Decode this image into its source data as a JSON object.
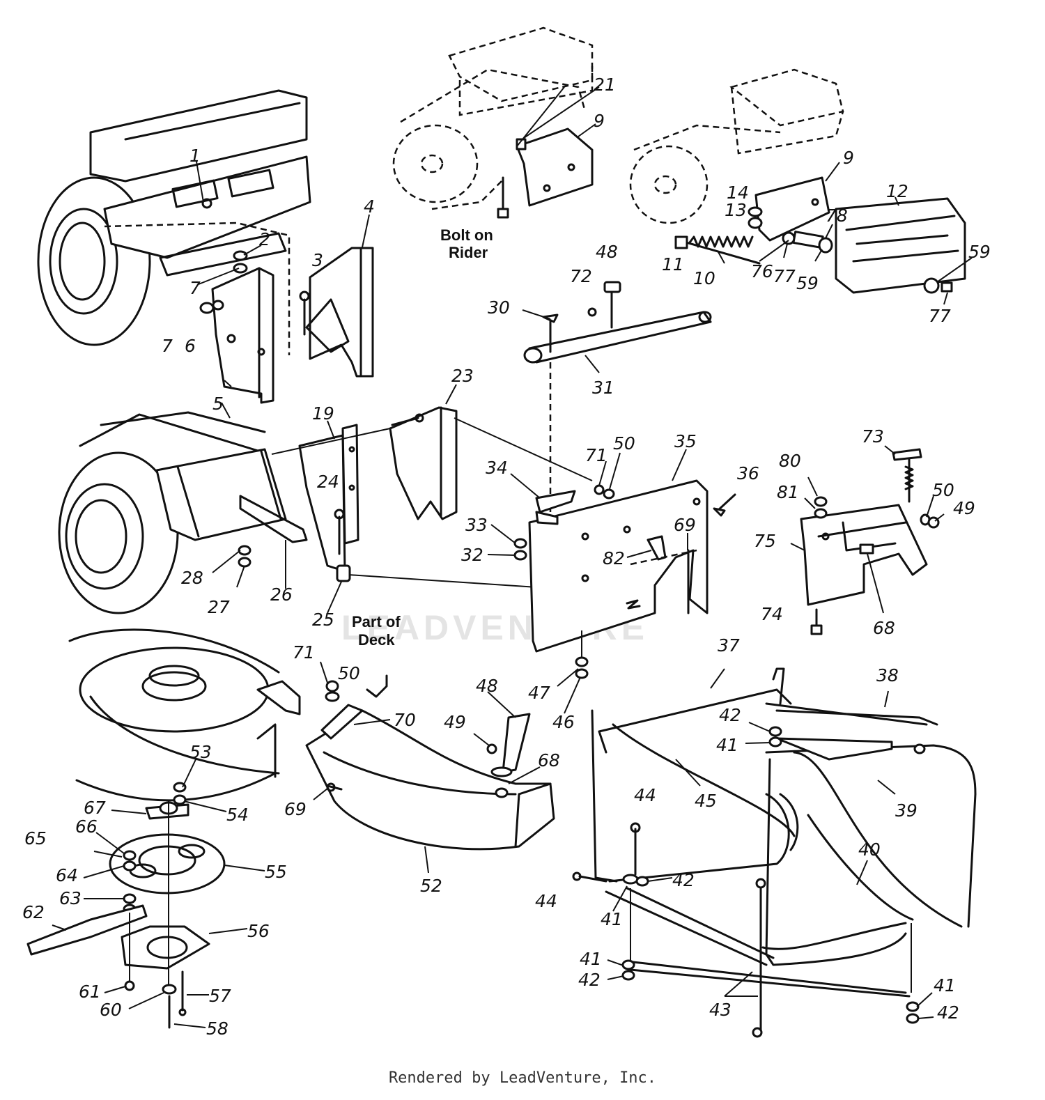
{
  "watermark": "LEADVENTURE",
  "notes": {
    "bolt_on_line1": "Bolt on",
    "bolt_on_line2": "Rider",
    "part_of_line1": "Part of",
    "part_of_line2": "Deck"
  },
  "footer": "Rendered by LeadVenture, Inc.",
  "callouts": [
    {
      "label": "1"
    },
    {
      "label": "2"
    },
    {
      "label": "3"
    },
    {
      "label": "4"
    },
    {
      "label": "5"
    },
    {
      "label": "6"
    },
    {
      "label": "7"
    },
    {
      "label": "7"
    },
    {
      "label": "9"
    },
    {
      "label": "9"
    },
    {
      "label": "10"
    },
    {
      "label": "11"
    },
    {
      "label": "12"
    },
    {
      "label": "13"
    },
    {
      "label": "14"
    },
    {
      "label": "19"
    },
    {
      "label": "21"
    },
    {
      "label": "23"
    },
    {
      "label": "24"
    },
    {
      "label": "25"
    },
    {
      "label": "26"
    },
    {
      "label": "27"
    },
    {
      "label": "28"
    },
    {
      "label": "30"
    },
    {
      "label": "31"
    },
    {
      "label": "32"
    },
    {
      "label": "33"
    },
    {
      "label": "34"
    },
    {
      "label": "35"
    },
    {
      "label": "36"
    },
    {
      "label": "37"
    },
    {
      "label": "38"
    },
    {
      "label": "39"
    },
    {
      "label": "40"
    },
    {
      "label": "41"
    },
    {
      "label": "41"
    },
    {
      "label": "41"
    },
    {
      "label": "41"
    },
    {
      "label": "41"
    },
    {
      "label": "42"
    },
    {
      "label": "42"
    },
    {
      "label": "42"
    },
    {
      "label": "42"
    },
    {
      "label": "43"
    },
    {
      "label": "44"
    },
    {
      "label": "44"
    },
    {
      "label": "45"
    },
    {
      "label": "46"
    },
    {
      "label": "47"
    },
    {
      "label": "48"
    },
    {
      "label": "48"
    },
    {
      "label": "49"
    },
    {
      "label": "49"
    },
    {
      "label": "50"
    },
    {
      "label": "50"
    },
    {
      "label": "50"
    },
    {
      "label": "52"
    },
    {
      "label": "53"
    },
    {
      "label": "54"
    },
    {
      "label": "55"
    },
    {
      "label": "56"
    },
    {
      "label": "57"
    },
    {
      "label": "58"
    },
    {
      "label": "59"
    },
    {
      "label": "59"
    },
    {
      "label": "60"
    },
    {
      "label": "61"
    },
    {
      "label": "62"
    },
    {
      "label": "63"
    },
    {
      "label": "64"
    },
    {
      "label": "65"
    },
    {
      "label": "66"
    },
    {
      "label": "67"
    },
    {
      "label": "68"
    },
    {
      "label": "68"
    },
    {
      "label": "69"
    },
    {
      "label": "69"
    },
    {
      "label": "70"
    },
    {
      "label": "71"
    },
    {
      "label": "71"
    },
    {
      "label": "72"
    },
    {
      "label": "73"
    },
    {
      "label": "74"
    },
    {
      "label": "75"
    },
    {
      "label": "76"
    },
    {
      "label": "77"
    },
    {
      "label": "77"
    },
    {
      "label": "78"
    },
    {
      "label": "80"
    },
    {
      "label": "81"
    },
    {
      "label": "82"
    }
  ]
}
